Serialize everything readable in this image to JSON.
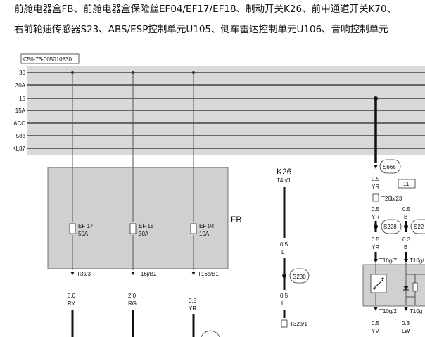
{
  "caption": {
    "line1": "前舱电器盒FB、前舱电器盒保险丝EF04/EF17/EF18、制动开关K26、前中通道开关K70、",
    "line2": "右前轮速传感器S23、ABS/ESP控制单元U105、倒车雷达控制单元U106、音响控制单元"
  },
  "diagram_id": "C50-76-005010830",
  "rails": [
    "30",
    "30A",
    "15",
    "15A",
    "ACC",
    "58b",
    "KL87"
  ],
  "fuse_box": {
    "label": "FB",
    "fuses": [
      {
        "name": "EF 17",
        "rating": "50A",
        "pin": "T3s/3",
        "wire_size": "3.0",
        "wire_color": "RY"
      },
      {
        "name": "EF 18",
        "rating": "30A",
        "pin": "T16j/B2",
        "wire_size": "2.0",
        "wire_color": "RG"
      },
      {
        "name": "EF 04",
        "rating": "10A",
        "pin": "T16c/B1",
        "wire_size": "0.5",
        "wire_color": "YR"
      }
    ]
  },
  "brake_switch": {
    "label": "K26",
    "pin_top": "T4n/1",
    "wire_size": "0.5",
    "wire_color": "L",
    "splice": "S230",
    "wire2_size": "0.5",
    "wire2_color": "L",
    "pin_bottom": "T32a/1"
  },
  "right_branch": {
    "splice_top": "S666",
    "wire1_size": "0.5",
    "wire1_color": "YR",
    "connector": "T26b/23",
    "ref_box": "11",
    "wire_left_size": "0.5",
    "wire_left_color": "YR",
    "wire_right_size": "0.5",
    "wire_right_color": "B",
    "splice_left": "S228",
    "splice_right": "S22",
    "wire_left2_size": "0.5",
    "wire_left2_color": "YR",
    "wire_right2_size": "0.3",
    "wire_right2_color": "B",
    "pin_left_top": "T10g/7",
    "pin_right_top": "T10g/",
    "pin_left_bottom": "T10g/2",
    "pin_right_bottom": "T10g",
    "wire_left3_size": "0.5",
    "wire_left3_color": "YV",
    "wire_right3_size": "0.3",
    "wire_right3_color": "LW"
  }
}
